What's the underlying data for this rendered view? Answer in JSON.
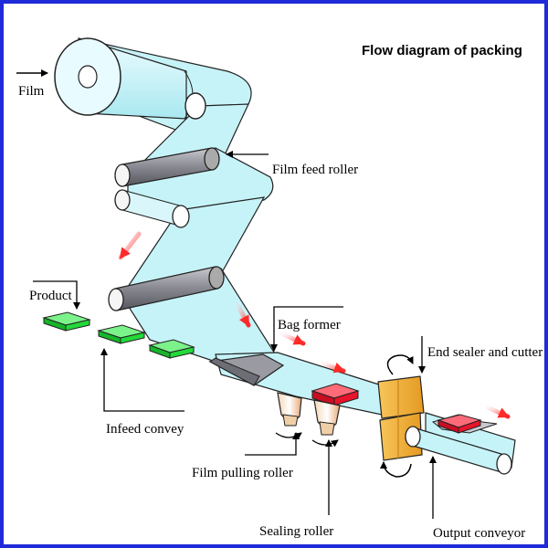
{
  "title": "Flow diagram of packing",
  "labels": {
    "film": "Film",
    "film_feed_roller": "Film feed roller",
    "product": "Product",
    "bag_former": "Bag former",
    "end_sealer_cutter": "End sealer and cutter",
    "infeed_conveyor": "Infeed convey",
    "film_pulling_roller": "Film pulling roller",
    "sealing_roller": "Sealing roller",
    "output_conveyor": "Output conveyor"
  },
  "colors": {
    "frame_border": "#1f2ad8",
    "film": "#c6f3f8",
    "roller": "#8e8e96",
    "product_green": "#22d93a",
    "product_red": "#e8142a",
    "sealer": "#f2b33a",
    "arrow_red": "#ff3a3a"
  }
}
